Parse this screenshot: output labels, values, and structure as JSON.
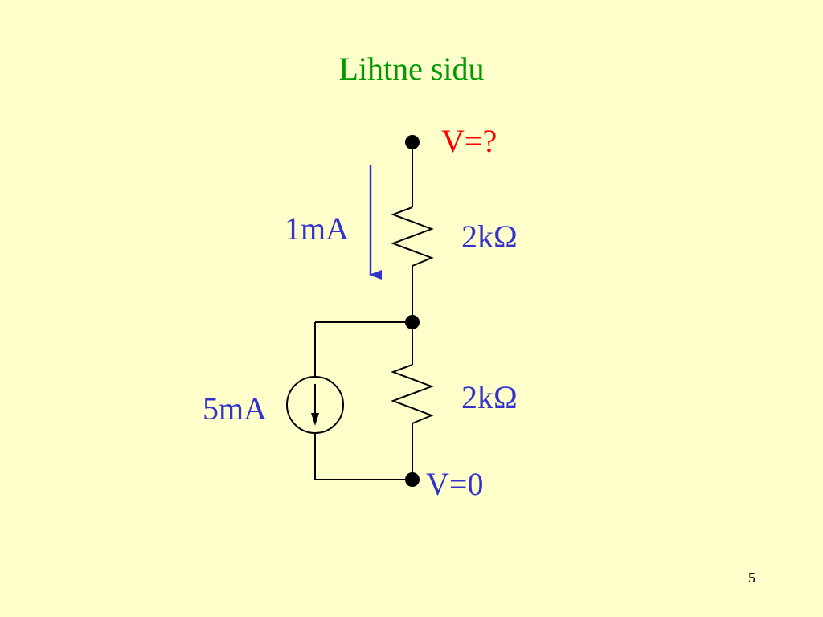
{
  "slide": {
    "title": "Lihtne sidu",
    "page_number": "5"
  },
  "circuit": {
    "top_node_label": "V=?",
    "bottom_node_label": "V=0",
    "branch_current_label": "1mA",
    "upper_resistor_label": "2kΩ",
    "lower_resistor_label": "2kΩ",
    "current_source_label": "5mA",
    "current_arrow_direction": "down",
    "source_arrow_direction": "down"
  },
  "colors": {
    "background": "#ffffcc",
    "title": "#009900",
    "component_labels": "#3333cc",
    "unknown_voltage_label": "#ff0000",
    "wires": "#000000",
    "current_arrow": "#3333cc"
  }
}
